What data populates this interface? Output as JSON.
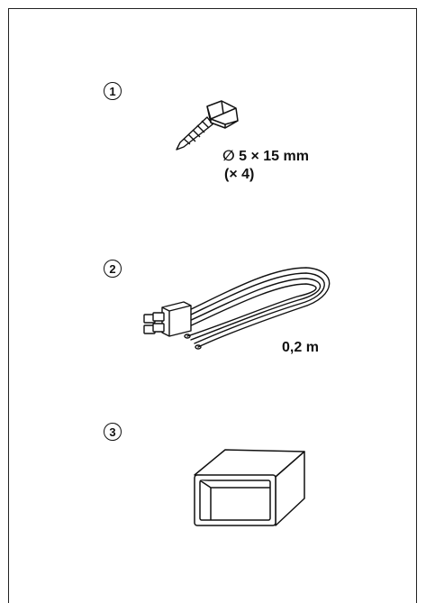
{
  "items": [
    {
      "number": "1",
      "icon": "tapping-screw-icon",
      "label_line1": "∅ 5 × 15 mm",
      "label_line2": "(× 4)"
    },
    {
      "number": "2",
      "icon": "wire-harness-connector-icon",
      "label": "0,2 m"
    },
    {
      "number": "3",
      "icon": "rectangular-sleeve-icon"
    }
  ]
}
